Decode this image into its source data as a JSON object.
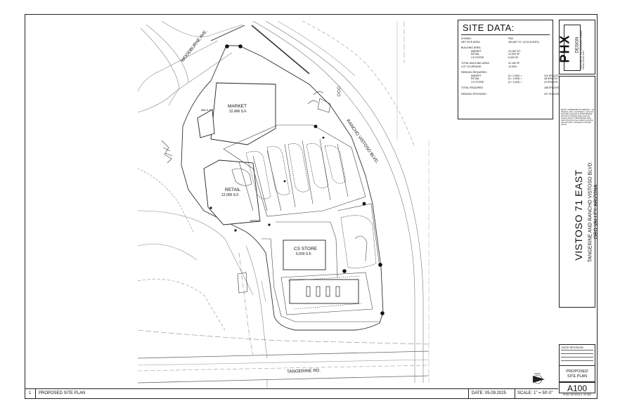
{
  "site_data": {
    "title": "SITE DATA:",
    "rows": [
      {
        "label": "ZONING:",
        "value": "PAD",
        "value2": ""
      },
      {
        "label": "NET SITE AREA",
        "value": "393,687 S.F.  (9.04 ACRES)",
        "value2": ""
      },
      {
        "label": "BUILDING AREA:",
        "value": "",
        "value2": ""
      },
      {
        "label": "MARKET",
        "value": "23,182 S.F.",
        "value2": ""
      },
      {
        "label": "RETAIL",
        "value": "12,000 SF",
        "value2": ""
      },
      {
        "label": "CS STORE",
        "value": "6,000 SF",
        "value2": ""
      },
      {
        "label": "TOTAL BUILDING AREA:",
        "value": "41,182 SF",
        "value2": ""
      },
      {
        "label": "LOT COVERAGE:",
        "value": "10.45%",
        "value2": ""
      },
      {
        "label": "PARKING REQUIRED:",
        "value": "",
        "value2": ""
      },
      {
        "label": "MARKET",
        "value": "(5 / 1,000)   =",
        "value2": "116 SPACES"
      },
      {
        "label": "RETAIL",
        "value": "(4 / 1,000)   =",
        "value2": "48 SPACES"
      },
      {
        "label": "CS STORE",
        "value": "(4 / 1,000)   =",
        "value2": "24 SPACES"
      },
      {
        "label": "TOTAL REQUIRED",
        "value": "",
        "value2": "188 SPACES"
      },
      {
        "label": "PARKING PROVIDED",
        "value": "",
        "value2": "207 SPACES"
      }
    ]
  },
  "plan_labels": {
    "street_woodburne": "WOODBURNE AVE.",
    "street_rancho": "RANCHO VISTOSO BLVD.",
    "street_tangerine": "TANGERINE RD.",
    "market_name": "MARKET",
    "market_area": "22,496 S.F.",
    "market_annex": "686 S.F.",
    "retail_name": "RETAIL",
    "retail_area": "12,000 S.F.",
    "patio": "PATIO",
    "cs_name": "CS STORE",
    "cs_area": "6,000 S.F."
  },
  "title_block": {
    "logo_main": "PHX",
    "logo_sub": "DESIGN",
    "logo_address": "7000 N 16TH ST, STE 120 PHOENIX, AZ 85020 PHONE: 602.997.3004",
    "notes": "BASIS / OWNERSHIP OF SERVICE — All drawings, plans, specifications, notes and information prepared by PHNX DESIGN and their consultants shall remain the property thereof. PHNX DESIGN shall retain all common law, statutory and other reserved rights, including the copyright thereto.",
    "project_title": "VISTOSO 71 EAST",
    "project_sub1": "TANGERINE AND RANCHO VISTOSO BLVD.",
    "project_sub2": "ORO VALLEY, ARIZONA",
    "revision_header": "DATE REVISION",
    "sheet_name_line1": "PROPOSED",
    "sheet_name_line2": "SITE PLAN",
    "sheet_number": "A100",
    "design_number": "PHNX DESIGN #: 25-560"
  },
  "strip": {
    "index": "1",
    "title": "PROPOSED SITE PLAN",
    "date": "DATE: 05.09.2025",
    "scale": "SCALE: 1\" = 50'-0\""
  },
  "north_label": "NORTH"
}
